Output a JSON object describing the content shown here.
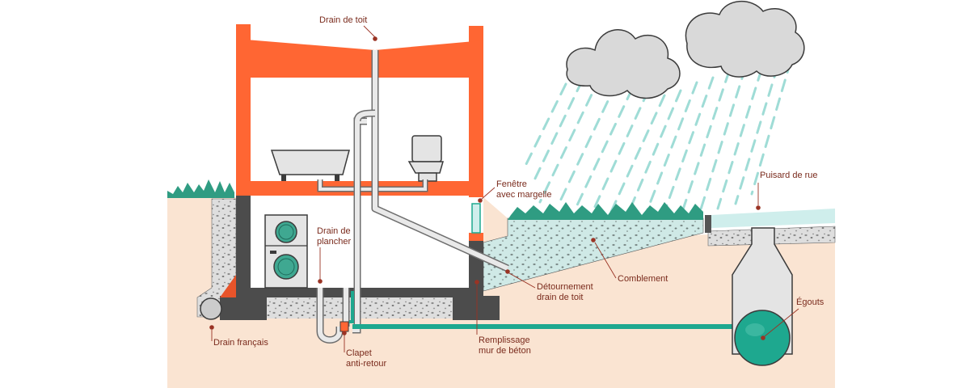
{
  "colors": {
    "soil": "#fae4d2",
    "wall": "#4c4c4c",
    "frame": "#ff6633",
    "water": "#1ea88f",
    "gravel": "#dedede",
    "fill_gravel": "#cfe9e6",
    "grass": "#2f9c82",
    "cloud": "#d9d9d9",
    "rain": "#9fdcd6",
    "pipe": "#e9e9e9",
    "label": "#7a2b1d",
    "pointer": "#9a3324"
  },
  "labels": {
    "drain_de_toit": "Drain de toit",
    "fenetre_1": "Fenêtre",
    "fenetre_2": "avec margelle",
    "puisard": "Puisard de rue",
    "drain_plancher_1": "Drain de",
    "drain_plancher_2": "plancher",
    "detournement_1": "Détournement",
    "detournement_2": "drain de toit",
    "comblement": "Comblement",
    "egouts": "Égouts",
    "drain_francais": "Drain français",
    "remplissage_1": "Remplissage",
    "remplissage_2": "mur de béton",
    "clapet_1": "Clapet",
    "clapet_2": "anti-retour"
  }
}
